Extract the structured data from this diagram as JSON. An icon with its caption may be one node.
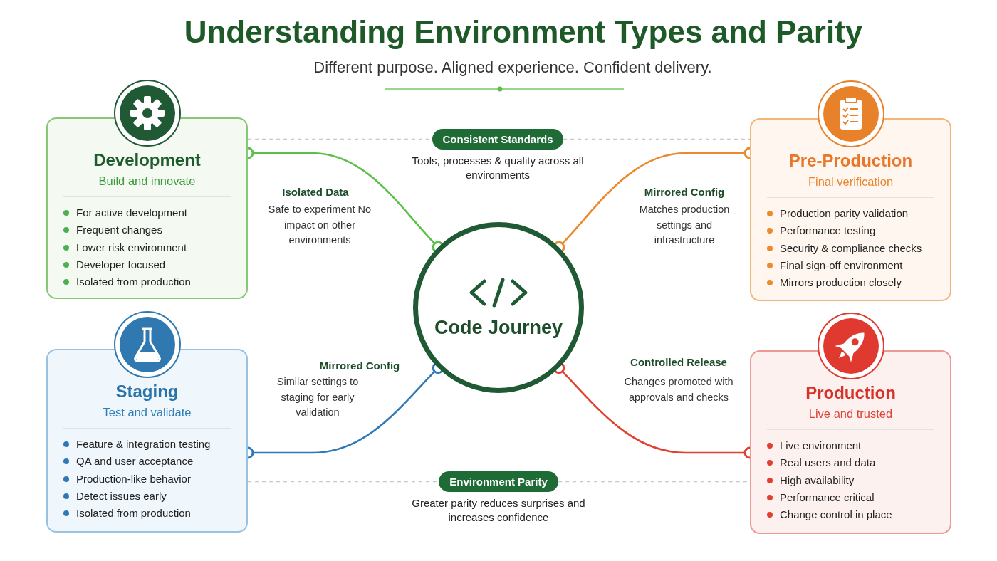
{
  "diagram": {
    "title": "Understanding Environment Types and Parity",
    "nodes": [
      {
        "text": [
          "Development",
          "Build and innovate",
          "For active development",
          "Frequent changes",
          "Lower risk environment",
          "Developer focused",
          "Isolated from production"
        ]
      },
      {
        "text": [
          "Consistent Standards"
        ],
        "beside": [
          "Tools, processes & quality across all environments"
        ]
      },
      {
        "text": [
          "Pre-Production",
          "Final verification",
          "Production parity validation",
          "Performance testing",
          "Security & compliance checks",
          "Final sign-off environment",
          "Mirrors production closely"
        ]
      },
      {
        "text": [
          "Code Journey"
        ]
      },
      {
        "text": [
          "Staging",
          "Test and validate",
          "Feature & integration testing",
          "QA and user acceptance",
          "Production-like behavior",
          "Detect issues early",
          "Isolated from production"
        ]
      },
      {
        "text": [
          "Environment Parity"
        ],
        "beside": [
          "Greater parity reduces surprises and increases confidence"
        ]
      },
      {
        "text": [
          "Production",
          "Live and trusted",
          "Live environment",
          "Real users and data",
          "High availability",
          "Performance critical",
          "Change control in place"
        ]
      }
    ],
    "edges": [
      {
        "from": 0,
        "to": 3,
        "arrow": "other",
        "label": "Isolated Data",
        "color": "#5cbf4a"
      },
      {
        "from": 2,
        "to": 3,
        "arrow": "other",
        "label": "Mirrored Config",
        "color": "#eb8a2c"
      },
      {
        "from": 4,
        "to": 3,
        "arrow": "other",
        "label": "Mirrored Config",
        "color": "#2f78b8"
      },
      {
        "from": 6,
        "to": 3,
        "arrow": "other",
        "label": "Controlled Release",
        "color": "#e0402f"
      },
      {
        "from": 0,
        "to": 1,
        "arrow": "none",
        "style": "dashed",
        "color": "#c8c8c8"
      },
      {
        "from": 1,
        "to": 2,
        "arrow": "none",
        "style": "dashed",
        "color": "#c8c8c8"
      },
      {
        "from": 4,
        "to": 5,
        "arrow": "none",
        "style": "dashed",
        "color": "#c8c8c8"
      },
      {
        "from": 5,
        "to": 6,
        "arrow": "none",
        "style": "dashed",
        "color": "#c8c8c8"
      }
    ],
    "labels": [
      "Different purpose. Aligned experience. Confident delivery.",
      "Safe to experiment No impact on other environments",
      "Matches production settings and infrastructure",
      "Similar settings to staging for early validation",
      "Changes promoted with approvals and checks"
    ]
  }
}
